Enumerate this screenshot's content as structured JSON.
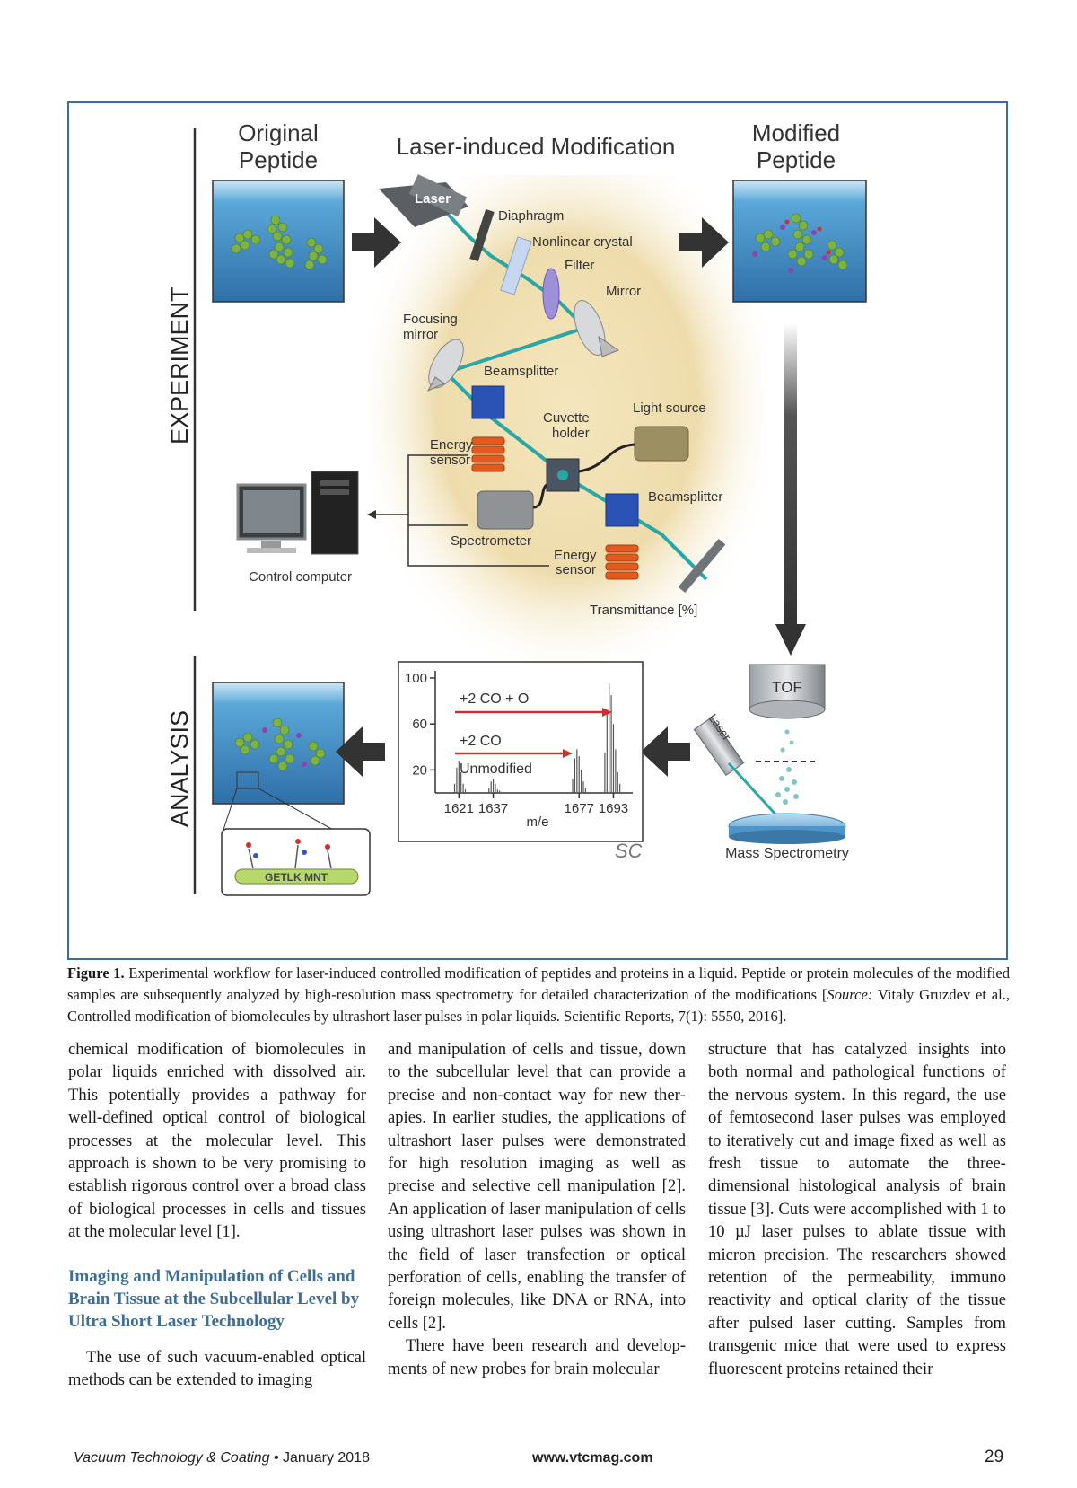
{
  "figure": {
    "label_experiment": "EXPERIMENT",
    "label_analysis": "ANALYSIS",
    "title_original": [
      "Original",
      "Peptide"
    ],
    "title_center": "Laser-induced Modification",
    "title_modified": [
      "Modified",
      "Peptide"
    ],
    "labels": {
      "laser": "Laser",
      "diaphragm": "Diaphragm",
      "nonlinear_crystal": "Nonlinear crystal",
      "filter": "Filter",
      "mirror": "Mirror",
      "focusing_mirror": [
        "Focusing",
        "mirror"
      ],
      "beamsplitter_top": "Beamsplitter",
      "light_source": "Light source",
      "cuvette_holder": [
        "Cuvette",
        "holder"
      ],
      "energy_sensor_left": [
        "Energy",
        "sensor"
      ],
      "beamsplitter_right": "Beamsplitter",
      "spectrometer": "Spectrometer",
      "energy_sensor_bottom": [
        "Energy",
        "sensor"
      ],
      "transmittance": "Transmittance [%]",
      "control_computer": "Control computer",
      "tof": "TOF",
      "laser_tilted": "Laser",
      "mass_spectrometry": "Mass Spectrometry",
      "sequence": "GETLK MNT",
      "signature": "SC"
    }
  },
  "chart_data": {
    "type": "line",
    "title": "",
    "xlabel": "m/e",
    "ylabel": "",
    "xlim": [
      1610,
      1702
    ],
    "ylim": [
      0,
      100
    ],
    "x_ticks": [
      "1621",
      "1637",
      "1677",
      "1693"
    ],
    "y_ticks": [
      "100",
      "60",
      "20"
    ],
    "annotations": [
      "+2 CO + O",
      "+2 CO",
      "Unmodified"
    ],
    "series": [
      {
        "peaks_x": [
          1619,
          1620,
          1621,
          1622,
          1623,
          1624,
          1635,
          1636,
          1637,
          1638,
          1639,
          1640,
          1674,
          1675,
          1676,
          1677,
          1678,
          1679,
          1680,
          1689,
          1690,
          1691,
          1692,
          1693,
          1694,
          1695,
          1696
        ],
        "peaks_y": [
          8,
          22,
          28,
          18,
          8,
          3,
          4,
          10,
          12,
          8,
          3,
          2,
          12,
          30,
          38,
          32,
          20,
          10,
          4,
          35,
          70,
          95,
          85,
          60,
          38,
          18,
          8
        ]
      }
    ]
  },
  "caption": {
    "label": "Figure 1.",
    "text": "Experimental workflow for laser-induced controlled modification of peptides and proteins in a liquid. Peptide or protein molecules of the modified samples are subsequently analyzed by high-resolution mass spectrometry for detailed characterization of the modifications [",
    "source_label": "Source:",
    "source_text": " Vitaly Gruzdev et al., Controlled modification of biomolecules by ultrashort laser pulses in polar liquids. Scientific Reports, 7(1): 5550, 2016]."
  },
  "body": {
    "col1_p1": "chemical modification of biomolecules in polar liquids enriched with dissolved air. This potentially provides a pathway for well-defined optical control of biologi­cal processes at the molecular level. This approach is shown to be very promising to establish rigorous control over a broad class of biological processes in cells and tissues at the molecular level [1].",
    "subhead": "Imaging and Manipulation of Cells and Brain Tissue at the Subcellular Level by Ultra Short Laser Technology",
    "col1_p2": "The use of such vacuum-enabled opti­cal methods can be extended to imaging",
    "col2_p1": "and manipulation of cells and tissue, down to the subcellular level that can provide a precise and non-contact way for new ther­apies. In earlier studies, the applications of ultrashort laser pulses were demon­strated for high resolution imaging as well as precise and selective cell manipulation [2]. An application of laser manipulation of cells using ultrashort laser pulses was shown in the field of laser transfection or optical perforation of cells, enabling the transfer of foreign molecules, like DNA or RNA, into cells [2].",
    "col2_p2": "There have been research and develop­ments of new probes for brain molecular",
    "col3_p1": "structure that has catalyzed insights into both normal and pathological functions of the nervous system. In this regard, the use of femtosecond laser pulses was em­ployed to iteratively cut and image fixed as well as fresh tissue to automate the three-dimensional histological analysis of brain tissue [3]. Cuts were accomplished with 1 to 10 µJ laser pulses to ablate tissue with micron precision. The researchers showed retention of the permeability, im­muno reactivity and optical clarity of the tissue after pulsed laser cutting. Samples from transgenic mice that were used to express fluorescent proteins retained their"
  },
  "footer": {
    "journal": "Vacuum Technology & Coating",
    "bullet": " • ",
    "date": "January 2018",
    "url": "www.vtcmag.com",
    "page": "29"
  },
  "colors": {
    "frame_blue": "#3d6e99",
    "beam_teal": "#2aa6a6",
    "arrow_red": "#d42b2b",
    "water_blue": "#3f93cc",
    "peptide_green": "#7cb342",
    "glow": "#e9d49d"
  }
}
